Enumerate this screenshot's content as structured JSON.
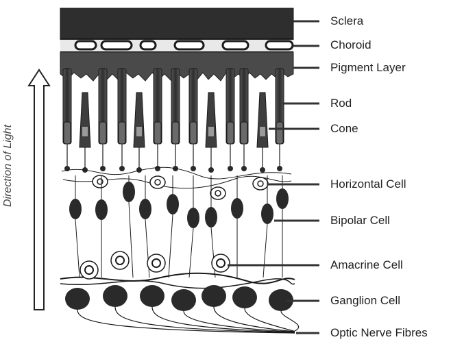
{
  "diagram": {
    "direction_label": "Direction of Light",
    "layers": [
      {
        "key": "sclera",
        "label": "Sclera"
      },
      {
        "key": "choroid",
        "label": "Choroid"
      },
      {
        "key": "pigment",
        "label": "Pigment Layer"
      },
      {
        "key": "rod",
        "label": "Rod"
      },
      {
        "key": "cone",
        "label": "Cone"
      },
      {
        "key": "horizontal",
        "label": "Horizontal Cell"
      },
      {
        "key": "bipolar",
        "label": "Bipolar Cell"
      },
      {
        "key": "amacrine",
        "label": "Amacrine Cell"
      },
      {
        "key": "ganglion",
        "label": "Ganglion Cell"
      },
      {
        "key": "optic",
        "label": "Optic Nerve Fibres"
      }
    ]
  },
  "colors": {
    "ink": "#1a1a1a",
    "sclera": "#2e2e2e",
    "pigment": "#4a4a4a",
    "rod": "#3c3c3c",
    "cell": "#2a2a2a",
    "leader": "#333333"
  }
}
